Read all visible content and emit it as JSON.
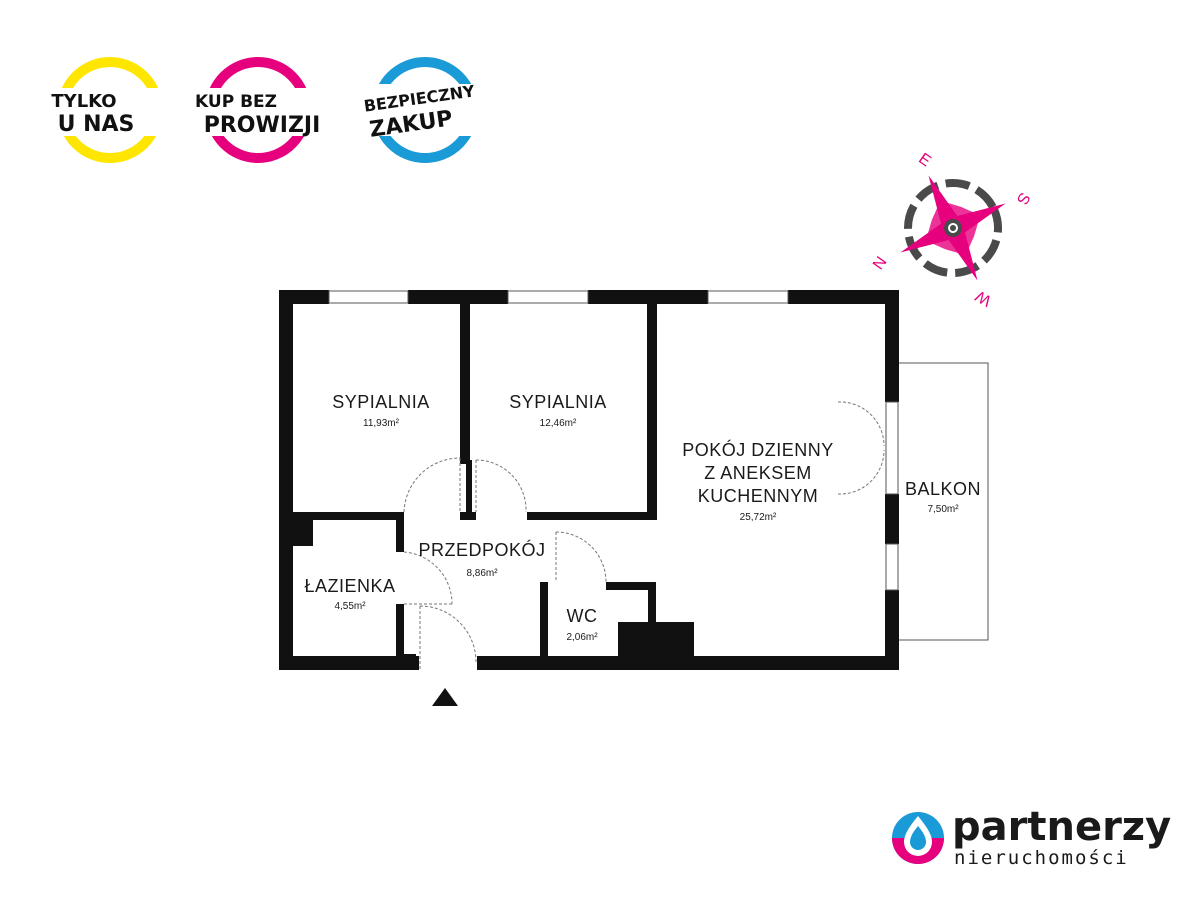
{
  "badges": [
    {
      "line1": "TYLKO",
      "line2": "U NAS",
      "color": "#ffe600"
    },
    {
      "line1": "KUP BEZ",
      "line2": "PROWIZJI",
      "color": "#e6007e"
    },
    {
      "line1": "BEZPIECZNY",
      "line2": "ZAKUP",
      "color": "#1a9bd7"
    }
  ],
  "compass": {
    "n": "N",
    "e": "E",
    "s": "S",
    "w": "W",
    "accent": "#e6007e",
    "ring": "#4a4a4a"
  },
  "rooms": [
    {
      "name": "SYPIALNIA",
      "area": "11,93m²"
    },
    {
      "name": "SYPIALNIA",
      "area": "12,46m²"
    },
    {
      "name_lines": [
        "POKÓJ DZIENNY",
        "Z ANEKSEM",
        "KUCHENNYM"
      ],
      "area": "25,72m²"
    },
    {
      "name": "BALKON",
      "area": "7,50m²"
    },
    {
      "name": "PRZEDPOKÓJ",
      "area": "8,86m²"
    },
    {
      "name": "ŁAZIENKA",
      "area": "4,55m²"
    },
    {
      "name": "WC",
      "area": "2,06m²"
    }
  ],
  "entrance_icon": "entrance-arrow-icon",
  "logo": {
    "main": "partnerzy",
    "sub": "nieruchomości",
    "accent_pink": "#e6007e",
    "accent_blue": "#1a9bd7"
  },
  "wall_color": "#111111"
}
